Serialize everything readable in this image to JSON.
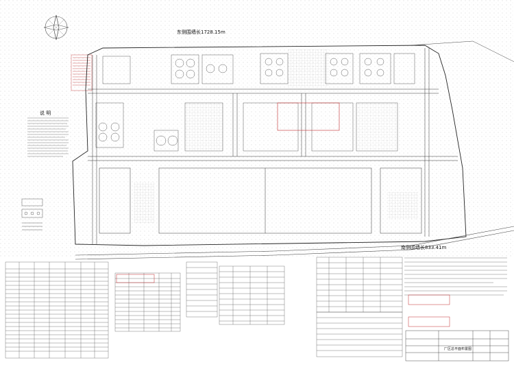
{
  "labels": {
    "wall_north": "东侧围墙长1728.15m",
    "wall_south": "南侧围墙长833.41m",
    "notes_title": "说 明",
    "title_block": "厂区总平面布置图"
  },
  "colors": {
    "line": "#333333",
    "red": "#c0282a",
    "background": "#ffffff"
  },
  "icons": {
    "compass": "north-arrow-icon"
  }
}
